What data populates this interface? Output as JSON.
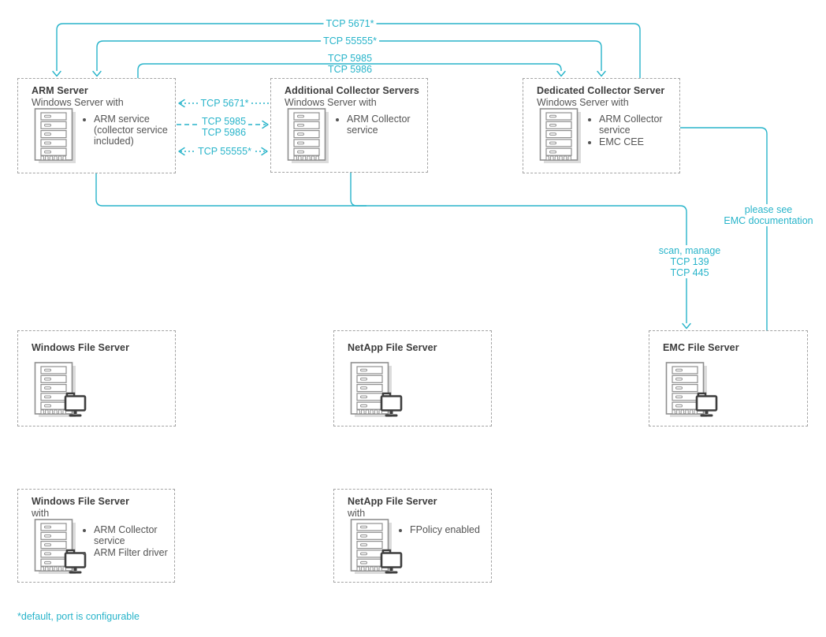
{
  "colors": {
    "accent": "#28b4ca",
    "box_border": "#a3a3a3",
    "title_text": "#3d3d3d",
    "body_text": "#545454",
    "icon_stroke": "#8f8f8f",
    "icon_shadow": "#dcdcdc",
    "monitor": "#3e3e3e"
  },
  "nodes": {
    "arm_server": {
      "title": "ARM Server",
      "subtitle": "Windows Server with",
      "bullets": [
        "ARM service (collector service included)"
      ]
    },
    "additional_collectors": {
      "title": "Additional Collector Servers",
      "subtitle": "Windows Server with",
      "bullets": [
        "ARM Collector service"
      ]
    },
    "dedicated_collector": {
      "title": "Dedicated Collector Server",
      "subtitle": "Windows Server with",
      "bullets": [
        "ARM Collector service",
        "EMC CEE"
      ]
    },
    "windows_file_server": {
      "title": "Windows File Server"
    },
    "netapp_file_server": {
      "title": "NetApp File Server"
    },
    "emc_file_server": {
      "title": "EMC File Server"
    },
    "windows_file_server_collector": {
      "title": "Windows File Server",
      "subtitle": "with",
      "bullets": [
        "ARM Collector service",
        "ARM Filter driver"
      ]
    },
    "netapp_file_server_fpolicy": {
      "title": "NetApp File Server",
      "subtitle": "with",
      "bullets": [
        "FPolicy enabled"
      ]
    }
  },
  "labels": {
    "tcp_5671": "TCP 5671*",
    "tcp_55555": "TCP 55555*",
    "tcp_5985": "TCP 5985",
    "tcp_5986": "TCP 5986",
    "scan_manage": "scan, manage",
    "tcp_139": "TCP 139",
    "tcp_445": "TCP 445",
    "please_see": "please see",
    "emc_documentation": "EMC documentation",
    "footnote": "*default, port is configurable"
  }
}
